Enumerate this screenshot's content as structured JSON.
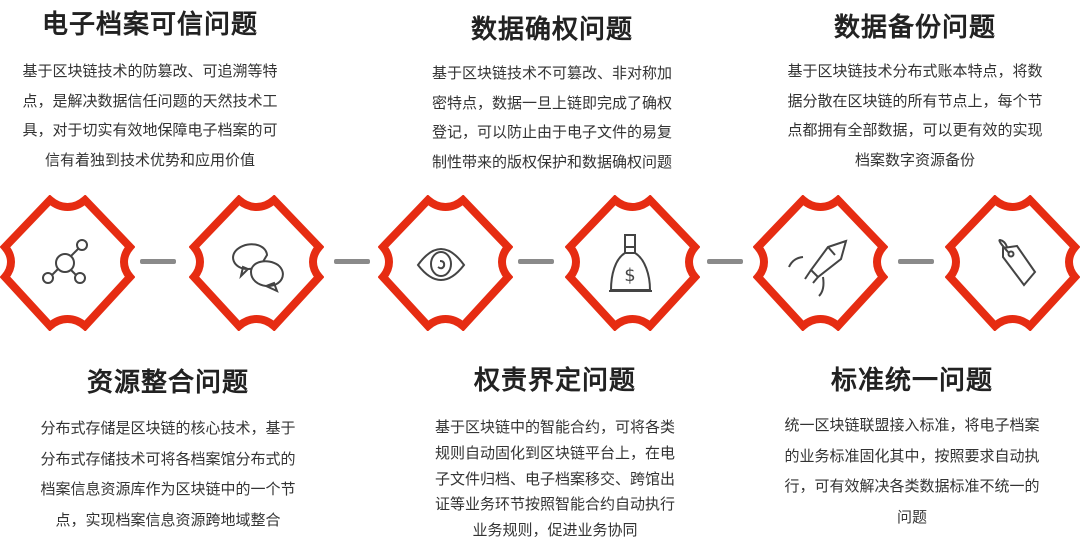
{
  "colors": {
    "accent": "#e62c12",
    "connector": "#8a8a8a",
    "icon": "#444444"
  },
  "top": [
    {
      "title": "电子档案可信问题",
      "lines": [
        "基于区块链技术的防篡改、可追溯等特",
        "点，是解决数据信任问题的天然技术工",
        "具，对于切实有效地保障电子档案的可",
        "信有着独到技术优势和应用价值"
      ]
    },
    {
      "title": "数据确权问题",
      "lines": [
        "基于区块链技术不可篡改、非对称加",
        "密特点，数据一旦上链即完成了确权",
        "登记，可以防止由于电子文件的易复",
        "制性带来的版权保护和数据确权问题"
      ]
    },
    {
      "title": "数据备份问题",
      "lines": [
        "基于区块链技术分布式账本特点，将数",
        "据分散在区块链的所有节点上，每个节",
        "点都拥有全部数据，可以更有效的实现",
        "档案数字资源备份"
      ]
    }
  ],
  "bottom": [
    {
      "title": "资源整合问题",
      "lines": [
        "分布式存储是区块链的核心技术，基于",
        "分布式存储技术可将各档案馆分布式的",
        "档案信息资源库作为区块链中的一个节",
        "点，实现档案信息资源跨地域整合"
      ]
    },
    {
      "title": "权责界定问题",
      "lines": [
        "基于区块链中的智能合约，可将各类",
        "规则自动固化到区块链平台上，在电",
        "子文件归档、电子档案移交、跨馆出",
        "证等业务环节按照智能合约自动执行",
        "业务规则，促进业务协同"
      ]
    },
    {
      "title": "标准统一问题",
      "lines": [
        "统一区块链联盟接入标准，将电子档案",
        "的业务标准固化其中，按照要求自动执",
        "行，可有效解决各类数据标准不统一的",
        "问题"
      ]
    }
  ],
  "icons": [
    "network-nodes-icon",
    "chat-bubbles-icon",
    "eye-icon",
    "money-bag-icon",
    "rocket-icon",
    "price-tag-icon"
  ]
}
